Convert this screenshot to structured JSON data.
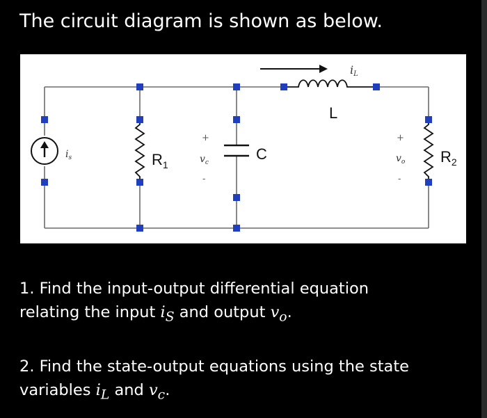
{
  "title": "The circuit diagram is shown as below.",
  "circuit": {
    "current_source_label": "i_s",
    "r1_label": "R1",
    "vc_label": "v_c",
    "c_label": "C",
    "l_label": "L",
    "il_label": "i_L",
    "vo_label": "v_o",
    "r2_label": "R2",
    "plus": "+",
    "minus": "-"
  },
  "questions": [
    {
      "p1": "1. Find the input-output differential equation",
      "p2": "relating the input ",
      "m1": "i",
      "s1": "S",
      "p3": " and output ",
      "m2": "v",
      "s2": "o",
      "p4": "."
    },
    {
      "p1": "2. Find the state-output equations using the state",
      "p2": "variables ",
      "m1": "i",
      "s1": "L",
      "p3": " and ",
      "m2": "v",
      "s2": "c",
      "p4": "."
    }
  ]
}
